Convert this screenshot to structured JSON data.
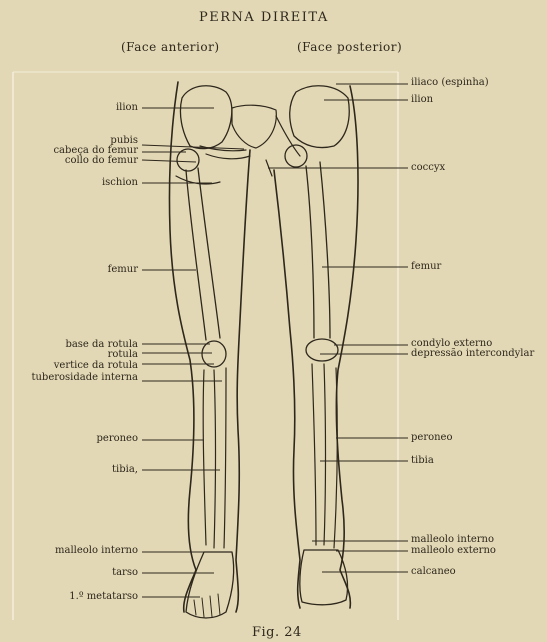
{
  "header": {
    "title": "PERNA DIREITA",
    "anterior_view": "(Face anterior)",
    "posterior_view": "(Face posterior)"
  },
  "labels_anterior": [
    "ilion",
    "pubis",
    "cabeça do femur",
    "collo do femur",
    "ischion",
    "femur",
    "base da rotula",
    "rotula",
    "vertice da rotula",
    "tuberosidade interna",
    "peroneo",
    "tibia,",
    "malleolo interno",
    "tarso",
    "1.º metatarso"
  ],
  "labels_posterior": [
    "iliaco (espinha)",
    "ilion",
    "coccyx",
    "femur",
    "condylo externo",
    "depressão intercondylar",
    "peroneo",
    "tibia",
    "malleolo interno",
    "malleolo externo",
    "calcaneo"
  ],
  "caption": "Fig. 24",
  "colors": {
    "paper": "#e2d8b5",
    "ink": "#2e271c",
    "frame": "#f4eedc"
  }
}
